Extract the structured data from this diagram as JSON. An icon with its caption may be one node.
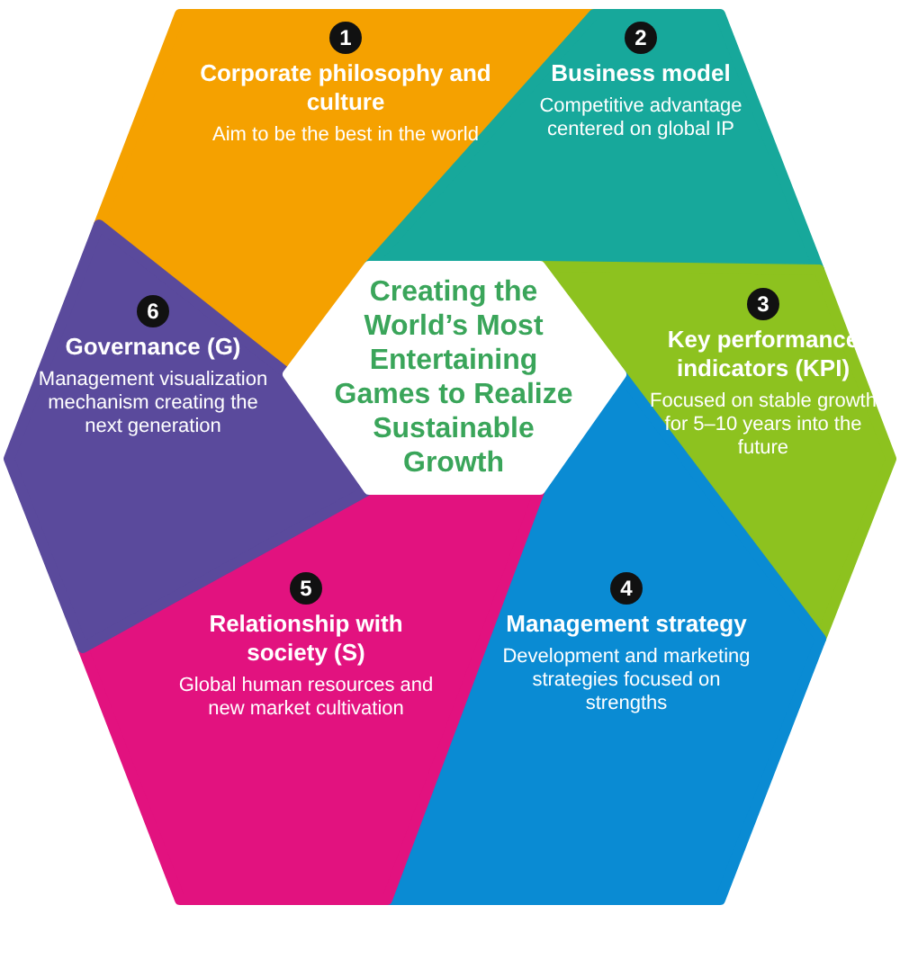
{
  "diagram": {
    "nodes": [
      {
        "text": [
          "1",
          "Corporate philosophy and culture",
          "Aim to be the best in the world"
        ]
      },
      {
        "text": [
          "2",
          "Business model",
          "Competitive advantage centered on global IP"
        ]
      },
      {
        "text": [
          "3",
          "Key performance indicators (KPI)",
          "Focused on stable growth for 5–10 years into the future"
        ]
      },
      {
        "text": [
          "4",
          "Management strategy",
          "Development and marketing strategies focused on strengths"
        ]
      },
      {
        "text": [
          "5",
          "Relationship with society (S)",
          "Global human resources and new market cultivation"
        ]
      },
      {
        "text": [
          "6",
          "Governance (G)",
          "Management visualization mechanism creating the next generation"
        ]
      },
      {
        "text": [
          "Creating the World’s Most Entertaining Games to Realize Sustainable Growth"
        ]
      }
    ]
  }
}
